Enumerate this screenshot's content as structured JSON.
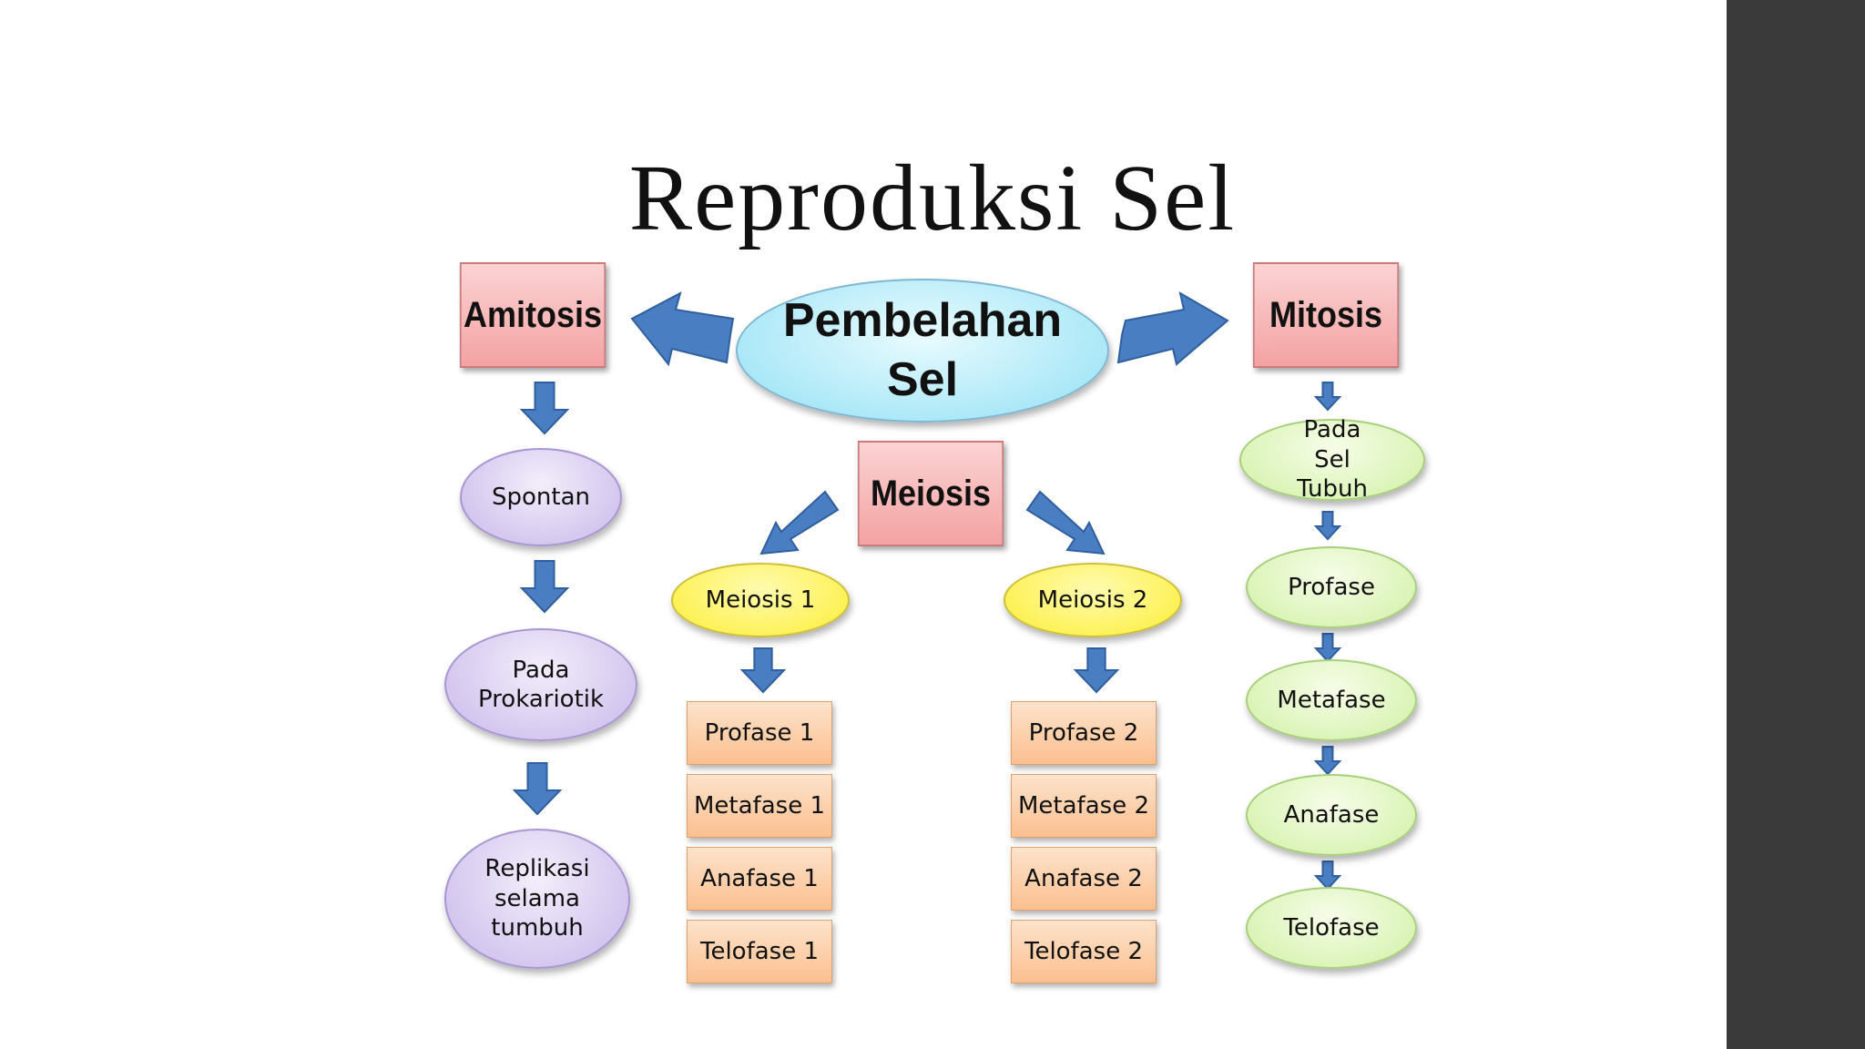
{
  "title": "Reproduksi Sel",
  "center": {
    "line1": "Pembelahan",
    "line2": "Sel"
  },
  "amitosis": {
    "label": "Amitosis",
    "steps": [
      "Spontan",
      "Pada Prokariotik",
      "Replikasi selama tumbuh"
    ]
  },
  "meiosis": {
    "label": "Meiosis",
    "meiosis1": {
      "label": "Meiosis 1",
      "phases": [
        "Profase 1",
        "Metafase 1",
        "Anafase 1",
        "Telofase 1"
      ]
    },
    "meiosis2": {
      "label": "Meiosis 2",
      "phases": [
        "Profase 2",
        "Metafase 2",
        "Anafase 2",
        "Telofase 2"
      ]
    }
  },
  "mitosis": {
    "label": "Mitosis",
    "steps": [
      "Pada Sel Tubuh",
      "Profase",
      "Metafase",
      "Anafase",
      "Telofase"
    ]
  },
  "colors": {
    "arrow": "#4a7ec2",
    "pink_box": "#f4a2a2",
    "center_ellipse": "#a8e7f7",
    "amitosis_steps": "#d3c5ee",
    "meiosis_ellipses": "#fdf25a",
    "meiosis_phases": "#fbbf8f",
    "mitosis_steps": "#dcf4b9",
    "side_panel": "#3a3a3a"
  }
}
